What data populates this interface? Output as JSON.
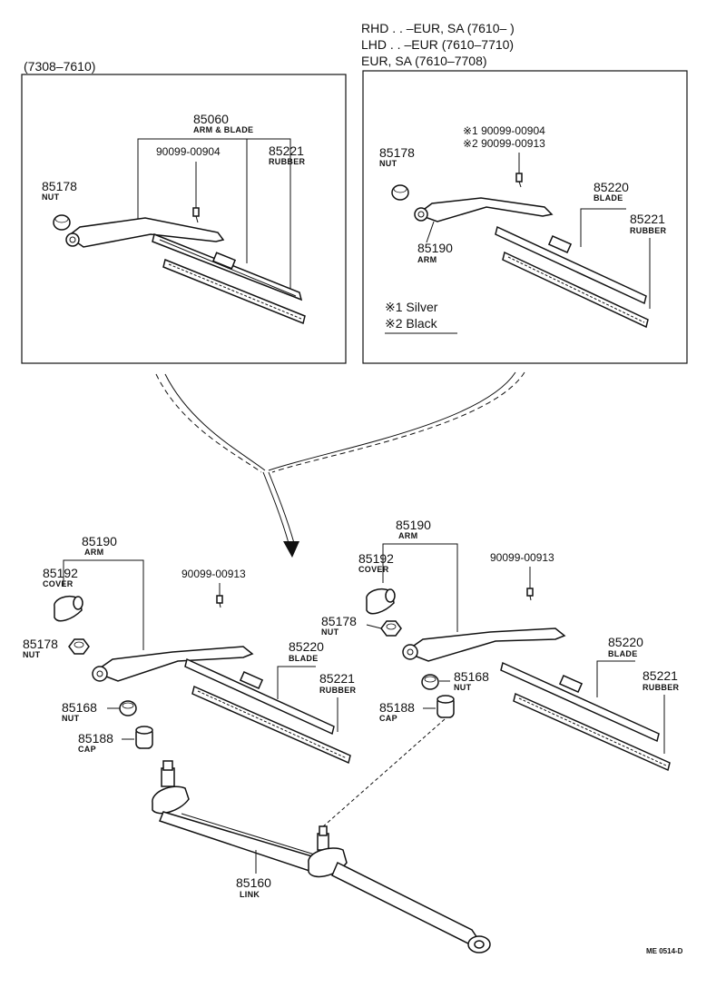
{
  "headers": {
    "left_range": "(7308–7610)",
    "right_line1": "RHD . . –EUR, SA (7610–          )",
    "right_line2": "LHD . . –EUR (7610–7710)",
    "right_line3": "EUR, SA (7610–7708)"
  },
  "box_left": {
    "arm_blade_num": "85060",
    "arm_blade_name": "ARM & BLADE",
    "bolt_num": "90099-00904",
    "rubber_num": "85221",
    "rubber_name": "RUBBER",
    "nut_num": "85178",
    "nut_name": "NUT"
  },
  "box_right": {
    "bolt1": "※1 90099-00904",
    "bolt2": "※2 90099-00913",
    "nut_num": "85178",
    "nut_name": "NUT",
    "blade_num": "85220",
    "blade_name": "BLADE",
    "rubber_num": "85221",
    "rubber_name": "RUBBER",
    "arm_num": "85190",
    "arm_name": "ARM",
    "legend1": "※1 Silver",
    "legend2": "※2 Black"
  },
  "lower_left": {
    "arm_num": "85190",
    "arm_name": "ARM",
    "cover_num": "85192",
    "cover_name": "COVER",
    "bolt_num": "90099-00913",
    "nut1_num": "85178",
    "nut1_name": "NUT",
    "blade_num": "85220",
    "blade_name": "BLADE",
    "rubber_num": "85221",
    "rubber_name": "RUBBER",
    "nut2_num": "85168",
    "nut2_name": "NUT",
    "cap_num": "85188",
    "cap_name": "CAP"
  },
  "lower_right": {
    "arm_num": "85190",
    "arm_name": "ARM",
    "cover_num": "85192",
    "cover_name": "COVER",
    "bolt_num": "90099-00913",
    "nut1_num": "85178",
    "nut1_name": "NUT",
    "blade_num": "85220",
    "blade_name": "BLADE",
    "rubber_num": "85221",
    "rubber_name": "RUBBER",
    "nut2_num": "85168",
    "nut2_name": "NUT",
    "cap_num": "85188",
    "cap_name": "CAP"
  },
  "link": {
    "num": "85160",
    "name": "LINK"
  },
  "footer": {
    "code": "ME 0514-D"
  }
}
